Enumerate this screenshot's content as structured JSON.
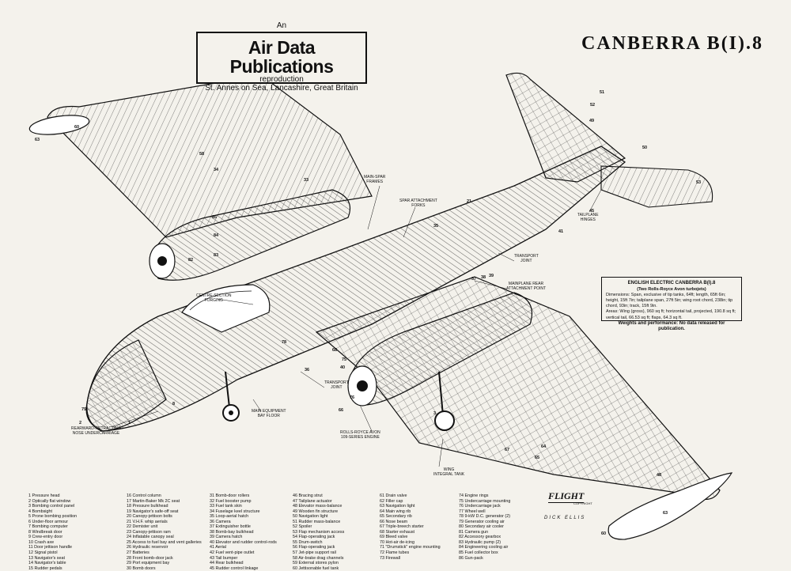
{
  "publisher": {
    "an": "An",
    "name": "Air Data Publications",
    "reproduction": "reproduction",
    "address": "St. Annes on Sea, Lancashire, Great Britain"
  },
  "title": "CANBERRA B(I).8",
  "spec_box": {
    "heading": "ENGLISH ELECTRIC CANBERRA B(I).8",
    "subheading": "(Two Rolls-Royce Avon turbojets)",
    "dimensions": "Dimensions: Span, exclusive of tip tanks, 64ft; length, 65ft 6in; height, 15ft 7in; tailplane span, 27ft 5in; wing root chord, 238in; tip chord, 93in; track, 15ft 9in.",
    "areas": "Areas: Wing (gross), 960 sq ft; horizontal tail, projected, 190.8 sq ft; vertical tail, 66.53 sq ft; flaps, 64.3 sq ft.",
    "weights": "Weights and performance: No data released for publication."
  },
  "callouts": {
    "mainspar_frames": "MAIN-SPAR\nFRAMES",
    "spar_attachment_forks": "SPAR ATTACHMENT\nFORKS",
    "tailplane_hinges": "TAILPLANE\nHINGES",
    "transport_joint_rear": "TRANSPORT\nJOINT",
    "mainplane_rear_attachment": "MAINPLANE REAR\nATTACHMENT POINT",
    "centre_section_forging": "CENTRE-SECTION\nFORGING",
    "transport_joint_front": "TRANSPORT\nJOINT",
    "main_equipment_bay": "MAIN EQUIPMENT\nBAY FLOOR",
    "rearward_retracting": "REARWARD-RETRACTING\nNOSE UNDERCARRIAGE",
    "rolls_royce_avon": "ROLLS-ROYCE AVON\n109-SERIES ENGINE",
    "wing_integral_tank": "WING\nINTEGRAL TANK"
  },
  "key": [
    [
      "1 Pressure head",
      "2 Optically flat window",
      "3 Bombing control panel",
      "4 Bombsight",
      "5 Prone bombing position",
      "6 Under-floor armour",
      "7 Bombing computer",
      "8 Windbreak door",
      "9 Crew-entry door",
      "10 Crash axe",
      "11 Door jettison handle",
      "12 Signal pistol",
      "13 Navigator's seat",
      "14 Navigator's table",
      "15 Rudder pedals"
    ],
    [
      "16 Control column",
      "17 Martin-Baker Mk 2C seat",
      "18 Pressure bulkhead",
      "19 Navigator's safe-off seat",
      "20 Canopy-jettison bolts",
      "21 V.H.F. whip aerials",
      "22 Demister unit",
      "23 Canopy-jettison ram",
      "24 Inflatable canopy seal",
      "25 Access to fuel bay and vent galleries",
      "26 Hydraulic reservoir",
      "27 Batteries",
      "28 Front bomb-door jack",
      "29 Port equipment bay",
      "30 Bomb doors"
    ],
    [
      "31 Bomb-door rollers",
      "32 Fuel booster pump",
      "33 Fuel tank skin",
      "34 Fuselage keel structure",
      "35 Loop-aerial hatch",
      "36 Camera",
      "37 Extinguisher bottle",
      "38 Bomb-bay bulkhead",
      "39 Camera hatch",
      "40 Elevator and rudder control-rods",
      "41 Aerial",
      "42 Fuel vent-pipe outlet",
      "43 Tail bumper",
      "44 Rear bulkhead",
      "45 Rudder control linkage"
    ],
    [
      "46 Bracing strut",
      "47 Tailplane actuator",
      "48 Elevator mass-balance",
      "49 Wooden fin structure",
      "50 Navigation light",
      "51 Rudder mass-balance",
      "52 Spoiler",
      "53 Flap mechanism access",
      "54 Flap-operating jack",
      "55 Drum-switch",
      "56 Flap-operating jack",
      "57 Jet-pipe support rail",
      "58 Air-brake drag channels",
      "59 External stores pylon",
      "60 Jettisonable fuel tank"
    ],
    [
      "61 Drain valve",
      "62 Filler cap",
      "63 Navigation light",
      "64 Main wing rib",
      "65 Secondary rib",
      "66 Nose beam",
      "67 Triple-breech starter",
      "68 Starter exhaust",
      "69 Bleed valve",
      "70 Hot-air de-icing",
      "71 \"Drumstick\" engine mounting",
      "72 Flame tubes",
      "73 Firewall"
    ],
    [
      "74 Engine rings",
      "75 Undercarriage mounting",
      "76 Undercarriage jack",
      "77 Wheel well",
      "78 9-kW D.C. generator (2)",
      "79 Generator cooling air",
      "80 Secondary air cooler",
      "81 Camera gun",
      "82 Accessory gearbox",
      "83 Hydraulic pump (2)",
      "84 Engineering cooling air",
      "85 Fuel collector box",
      "86 Gun-pack"
    ]
  ],
  "flight": {
    "name": "FLIGHT",
    "copyright": "COPYRIGHT"
  },
  "artist": "DICK ELLIS",
  "part_numbers": [
    "60",
    "63",
    "52",
    "51",
    "49",
    "45",
    "50",
    "53",
    "21",
    "41",
    "35",
    "37",
    "38",
    "39",
    "33",
    "34",
    "58",
    "85",
    "84",
    "83",
    "82",
    "68",
    "78",
    "36",
    "40",
    "75",
    "79",
    "2",
    "1",
    "8",
    "3",
    "76",
    "66",
    "67",
    "64",
    "65",
    "63",
    "60",
    "48"
  ]
}
